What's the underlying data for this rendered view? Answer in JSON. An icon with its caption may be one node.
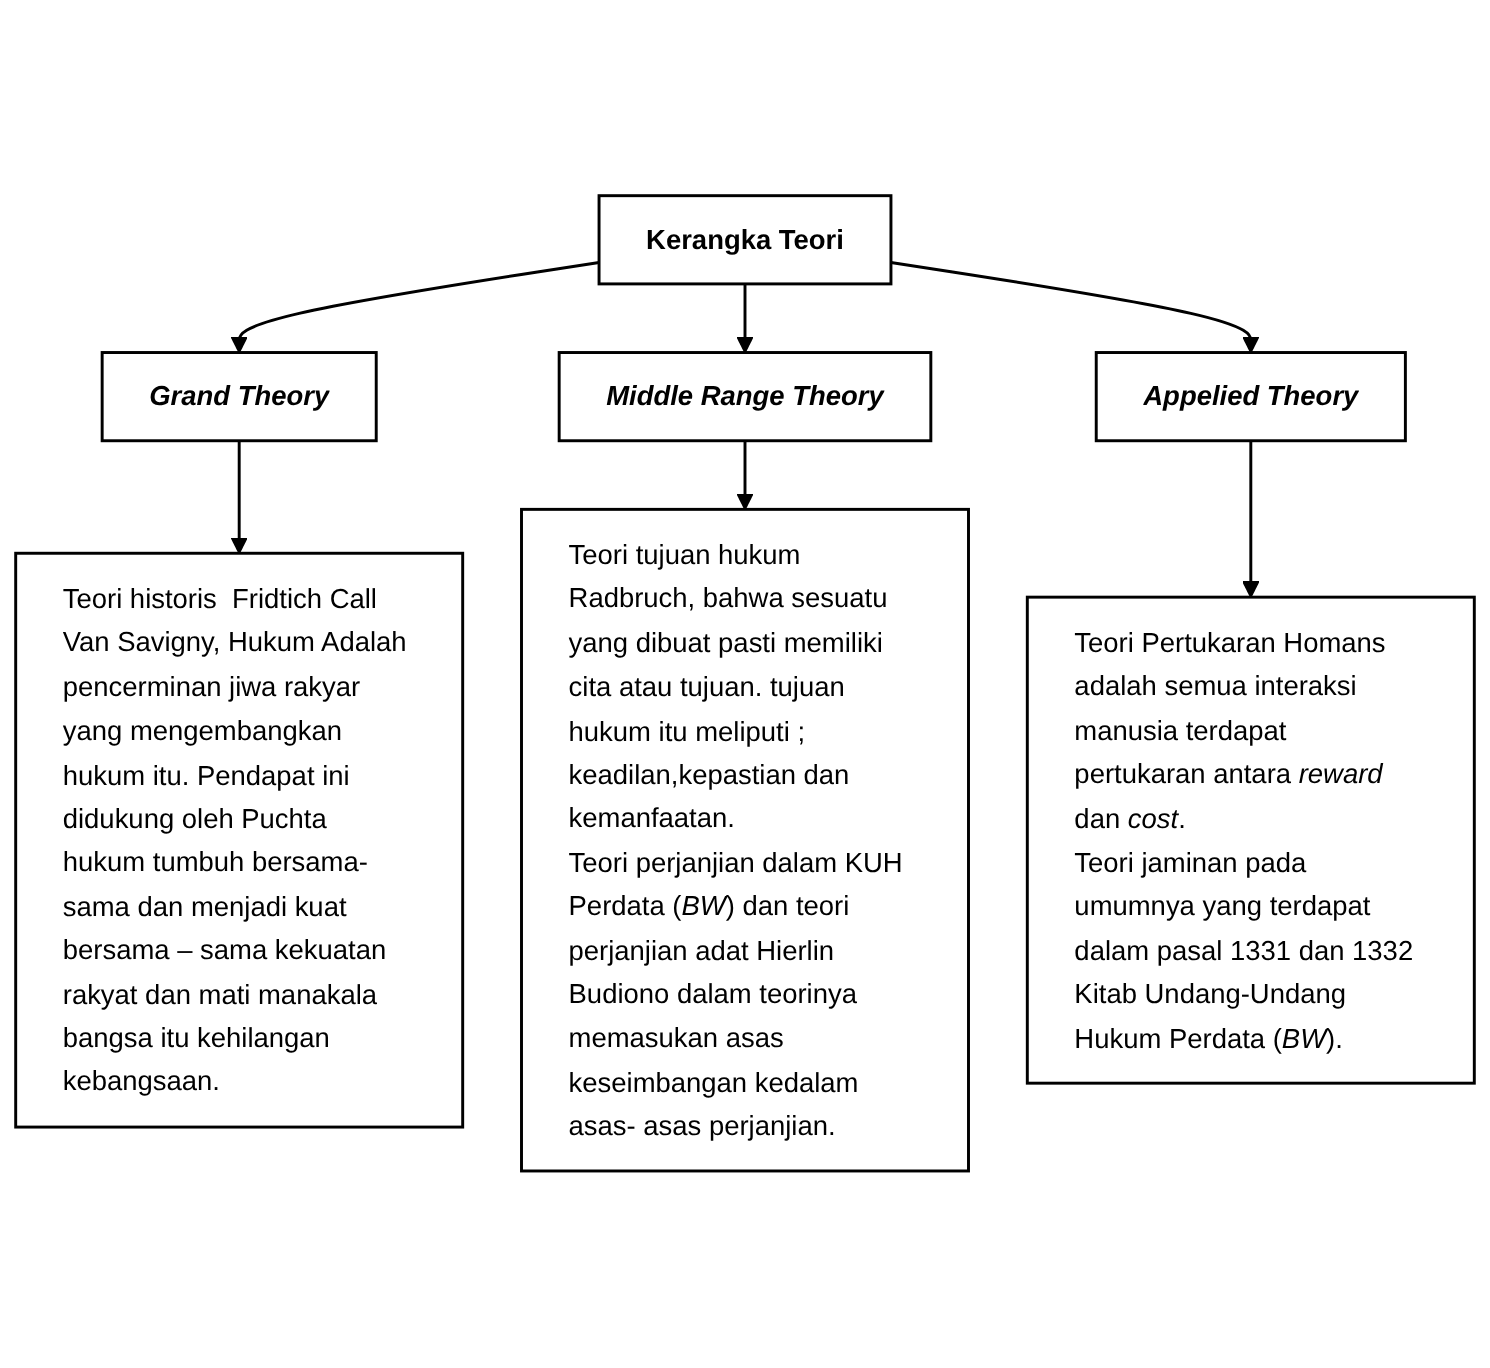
{
  "diagram": {
    "nodes": [
      {
        "text": [
          "Kerangka Teori"
        ]
      },
      {
        "text": [
          "Grand Theory"
        ]
      },
      {
        "text": [
          "Middle Range Theory"
        ]
      },
      {
        "text": [
          "Appelied Theory"
        ]
      },
      {
        "text": [
          "Teori historis  Fridtich Call Van Savigny, Hukum Adalah pencerminan jiwa rakyar yang mengembangkan hukum itu. Pendapat ini didukung oleh Puchta hukum tumbuh bersama-sama dan menjadi kuat bersama – sama kekuatan rakyat dan mati manakala bangsa itu kehilangan kebangsaan."
        ]
      },
      {
        "text": [
          "Teori tujuan hukum Radbruch, bahwa sesuatu yang dibuat pasti memiliki cita atau tujuan. tujuan hukum itu meliputi ; keadilan,kepastian dan kemanfaatan.",
          "Teori perjanjian dalam KUH Perdata (*BW*) dan teori perjanjian adat Hierlin Budiono dalam teorinya memasukan asas keseimbangan kedalam asas- asas perjanjian."
        ]
      },
      {
        "text": [
          "Teori Pertukaran Homans adalah semua interaksi manusia terdapat pertukaran antara *reward* dan *cost*.",
          "Teori jaminan pada umumnya yang terdapat dalam pasal 1331 dan 1332 Kitab Undang-Undang Hukum Perdata (*BW*)."
        ]
      }
    ],
    "edges": [
      {
        "from": 0,
        "to": 1,
        "arrow": "to"
      },
      {
        "from": 0,
        "to": 2,
        "arrow": "to"
      },
      {
        "from": 0,
        "to": 3,
        "arrow": "to"
      },
      {
        "from": 1,
        "to": 4,
        "arrow": "to"
      },
      {
        "from": 2,
        "to": 5,
        "arrow": "to"
      },
      {
        "from": 3,
        "to": 6,
        "arrow": "to"
      }
    ]
  }
}
